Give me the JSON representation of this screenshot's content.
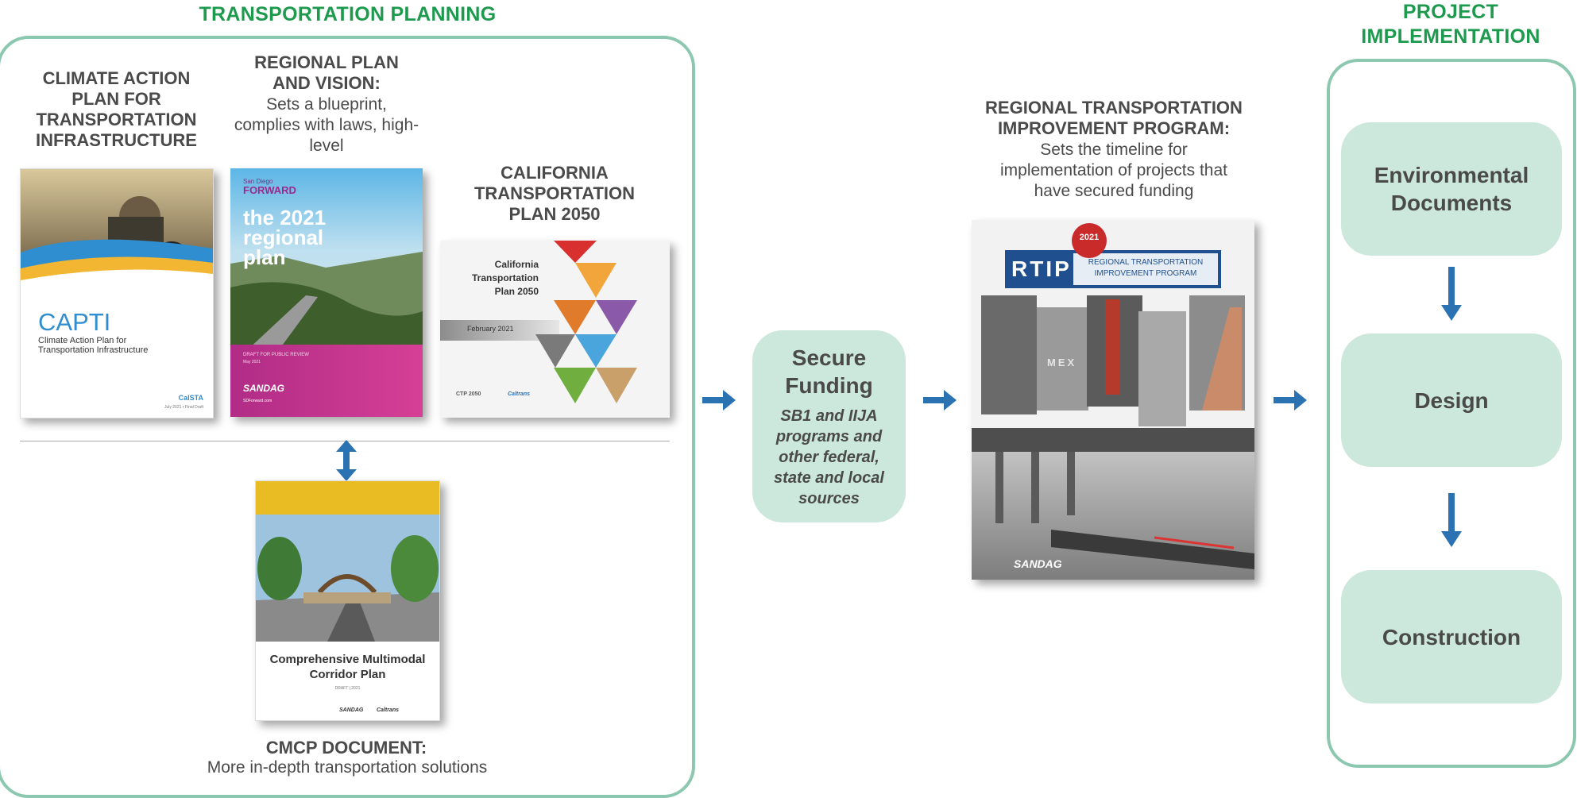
{
  "planning": {
    "title": "TRANSPORTATION PLANNING",
    "capti": {
      "heading": "CLIMATE ACTION PLAN FOR TRANSPORTATION INFRASTRUCTURE",
      "cover_title": "CAPTI",
      "cover_subtitle": "Climate Action Plan for Transportation Infrastructure",
      "cover_brand": "CalSTA",
      "cover_date": "July 2021 • Final Draft"
    },
    "regional_plan": {
      "heading": "REGIONAL PLAN AND VISION:",
      "description": "Sets a blueprint, complies with laws, high-level",
      "cover_brand_top": "San Diego",
      "cover_brand": "FORWARD",
      "cover_title": "the 2021 regional plan",
      "cover_note": "DRAFT FOR PUBLIC REVIEW",
      "cover_date": "May 2021",
      "cover_org": "SANDAG",
      "cover_web": "SDForward.com"
    },
    "ctp": {
      "heading": "CALIFORNIA TRANSPORTATION PLAN 2050",
      "cover_title": "California Transportation Plan 2050",
      "cover_date": "February 2021",
      "cover_logo1": "CTP 2050",
      "cover_logo2": "Caltrans"
    },
    "cmcp": {
      "heading": "CMCP DOCUMENT:",
      "description": "More in-depth transportation solutions",
      "cover_title": "Comprehensive Multimodal Corridor Plan",
      "cover_note": "DRAFT | 2021",
      "cover_org": "SANDAG",
      "cover_org2": "Caltrans"
    }
  },
  "funding": {
    "title": "Secure Funding",
    "subtitle": "SB1 and IIJA programs and other federal, state and local sources"
  },
  "rtip": {
    "heading": "REGIONAL TRANSPORTATION IMPROVEMENT PROGRAM:",
    "description": "Sets the timeline for implementation of projects that have secured funding",
    "cover_year": "2021",
    "cover_acronym": "RTIP",
    "cover_title": "REGIONAL TRANSPORTATION IMPROVEMENT PROGRAM",
    "cover_sign": "MEX",
    "cover_org": "SANDAG"
  },
  "implementation": {
    "title": "PROJECT IMPLEMENTATION",
    "steps": [
      "Environmental Documents",
      "Design",
      "Construction"
    ]
  },
  "colors": {
    "section_title": "#1d9a4d",
    "frame": "#8cc7b0",
    "pill": "#cce7dc",
    "arrow": "#2b72b3",
    "text": "#4a4a4a"
  }
}
